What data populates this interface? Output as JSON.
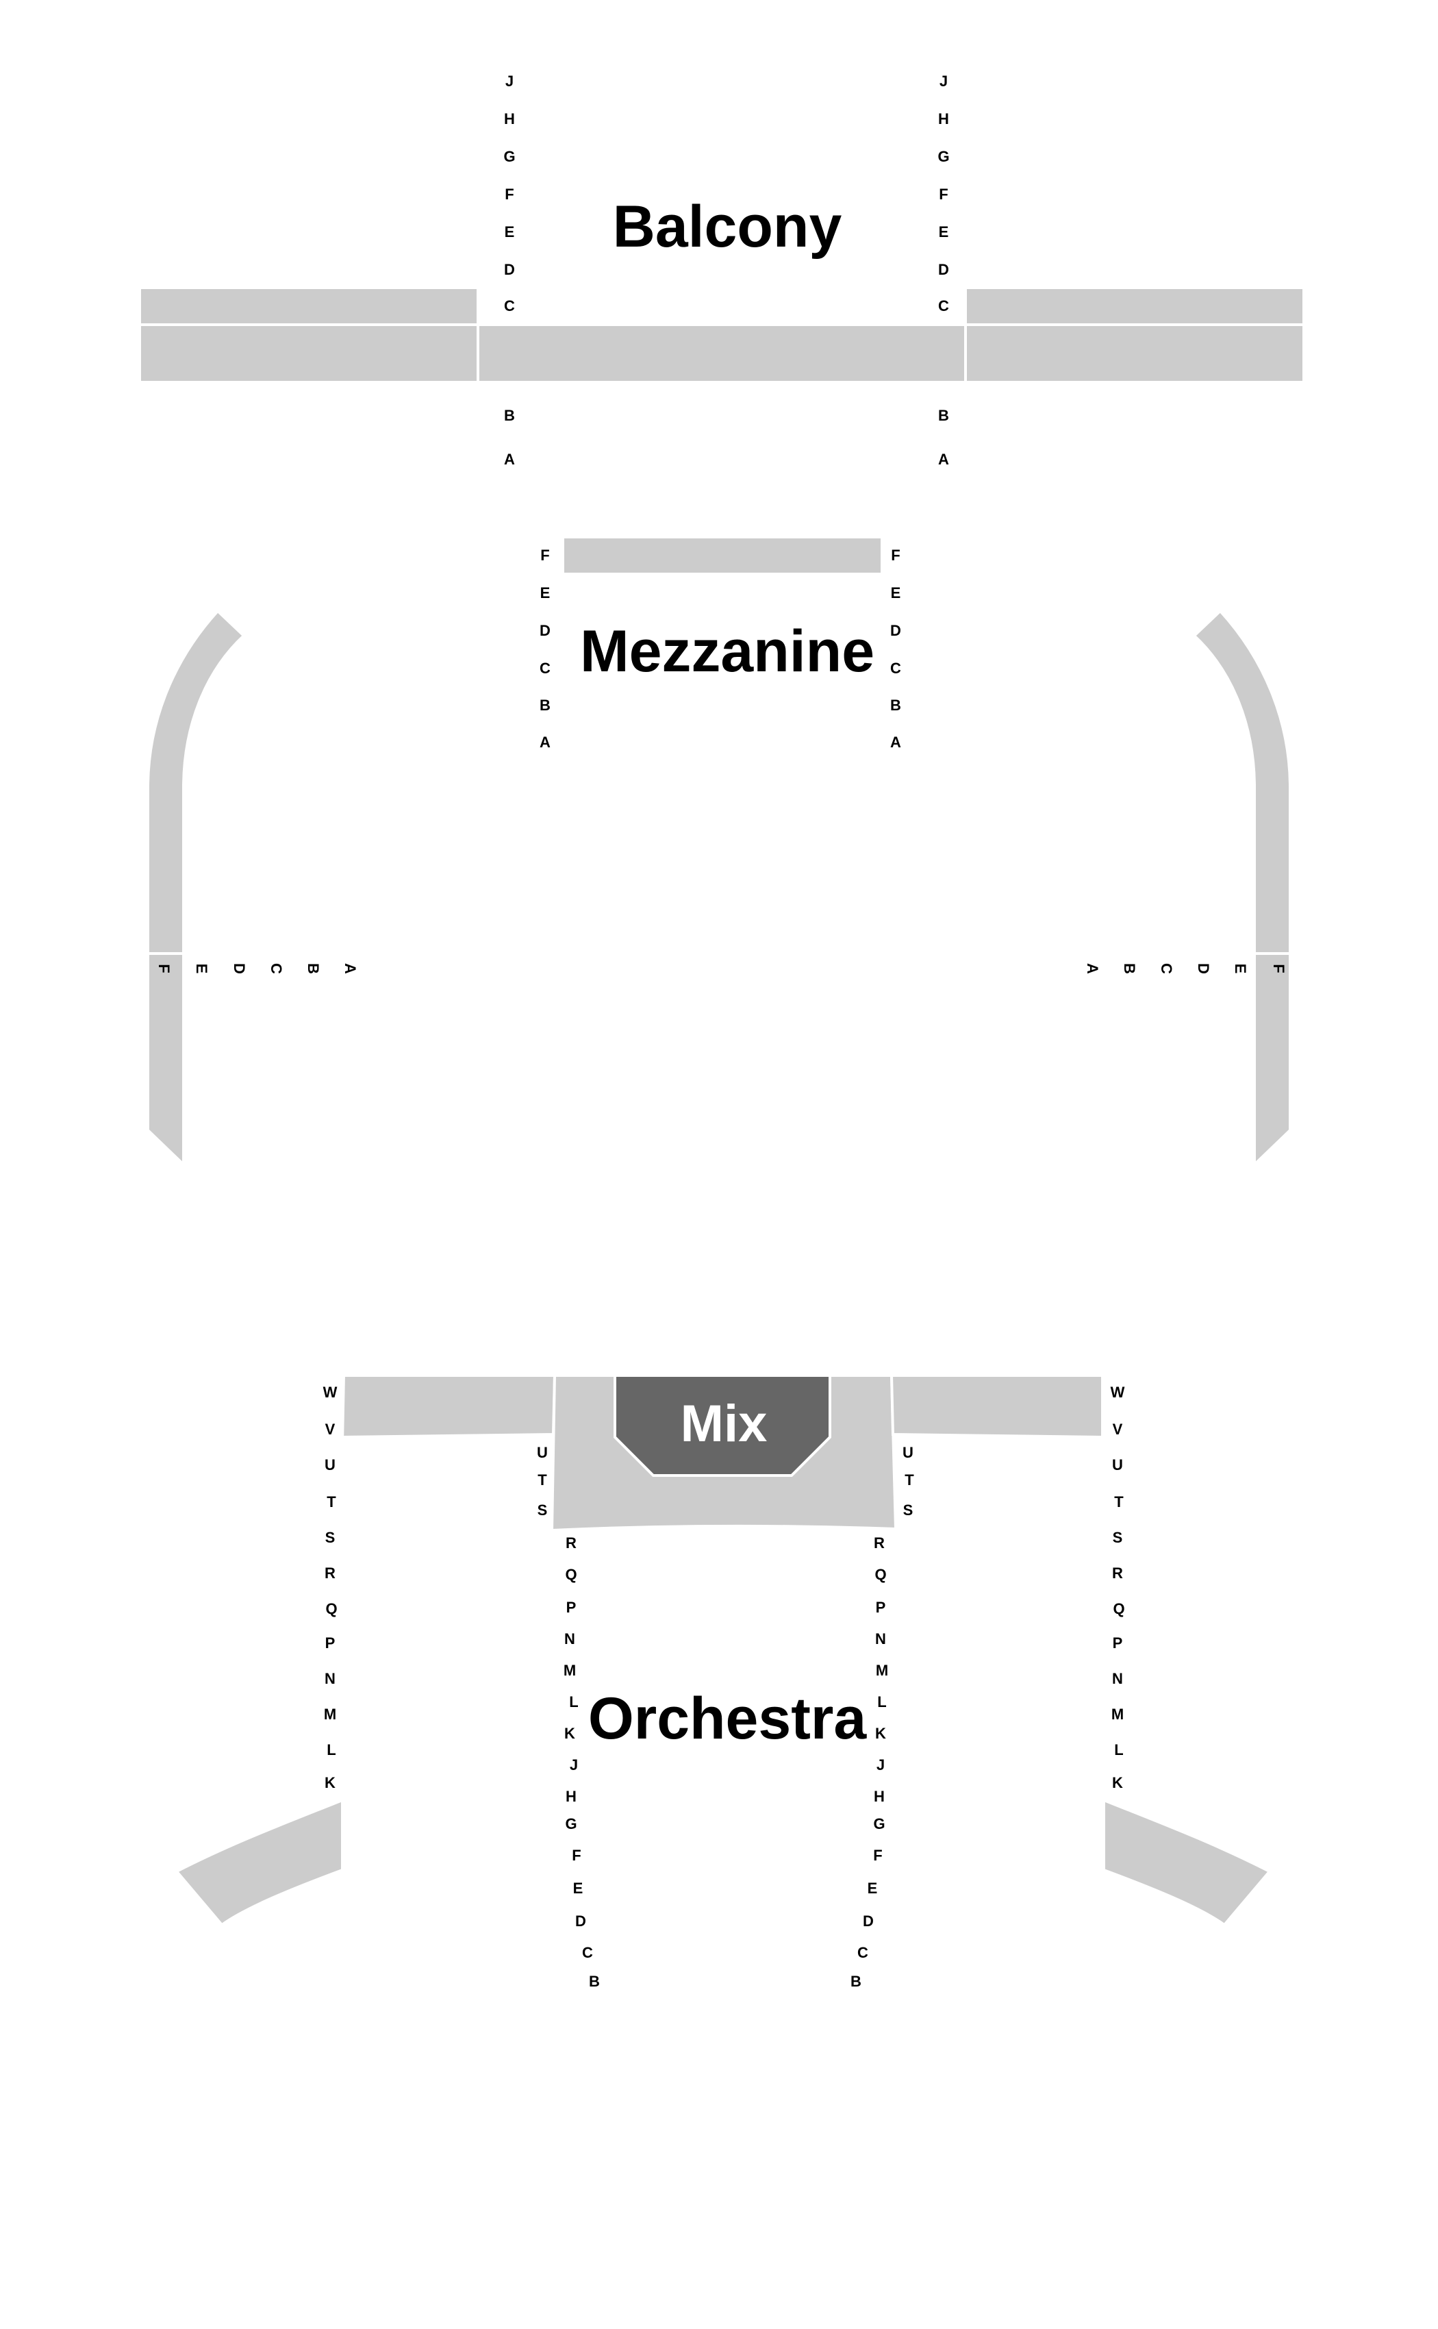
{
  "sections": {
    "balcony": "Balcony",
    "mezzanine": "Mezzanine",
    "orchestra": "Orchestra",
    "mix": "Mix"
  },
  "colors": {
    "seating_zone": "#cccccc",
    "mix_zone": "#666666",
    "background": "#ffffff",
    "label_text": "#000000"
  },
  "rows": {
    "balcony_upper": [
      "J",
      "H",
      "G",
      "F",
      "E",
      "D",
      "C"
    ],
    "balcony_lower": [
      "B",
      "A"
    ],
    "mezzanine_center": [
      "F",
      "E",
      "D",
      "C",
      "B",
      "A"
    ],
    "mezzanine_box_left": [
      "F",
      "E",
      "D",
      "C",
      "B",
      "A"
    ],
    "mezzanine_box_right": [
      "A",
      "B",
      "C",
      "D",
      "E",
      "F"
    ],
    "orchestra_outer": [
      "W",
      "V",
      "U",
      "T",
      "S",
      "R",
      "Q",
      "P",
      "N",
      "M",
      "L",
      "K"
    ],
    "orchestra_mix_side": [
      "U",
      "T",
      "S"
    ],
    "orchestra_center_left": [
      "R",
      "Q",
      "P",
      "N",
      "M",
      "L",
      "K",
      "J",
      "H",
      "G",
      "F",
      "E",
      "D",
      "C",
      "B"
    ],
    "orchestra_center_right": [
      "R",
      "Q",
      "P",
      "N",
      "M",
      "L",
      "K",
      "J",
      "H",
      "G",
      "F",
      "E",
      "D",
      "C",
      "B"
    ]
  }
}
